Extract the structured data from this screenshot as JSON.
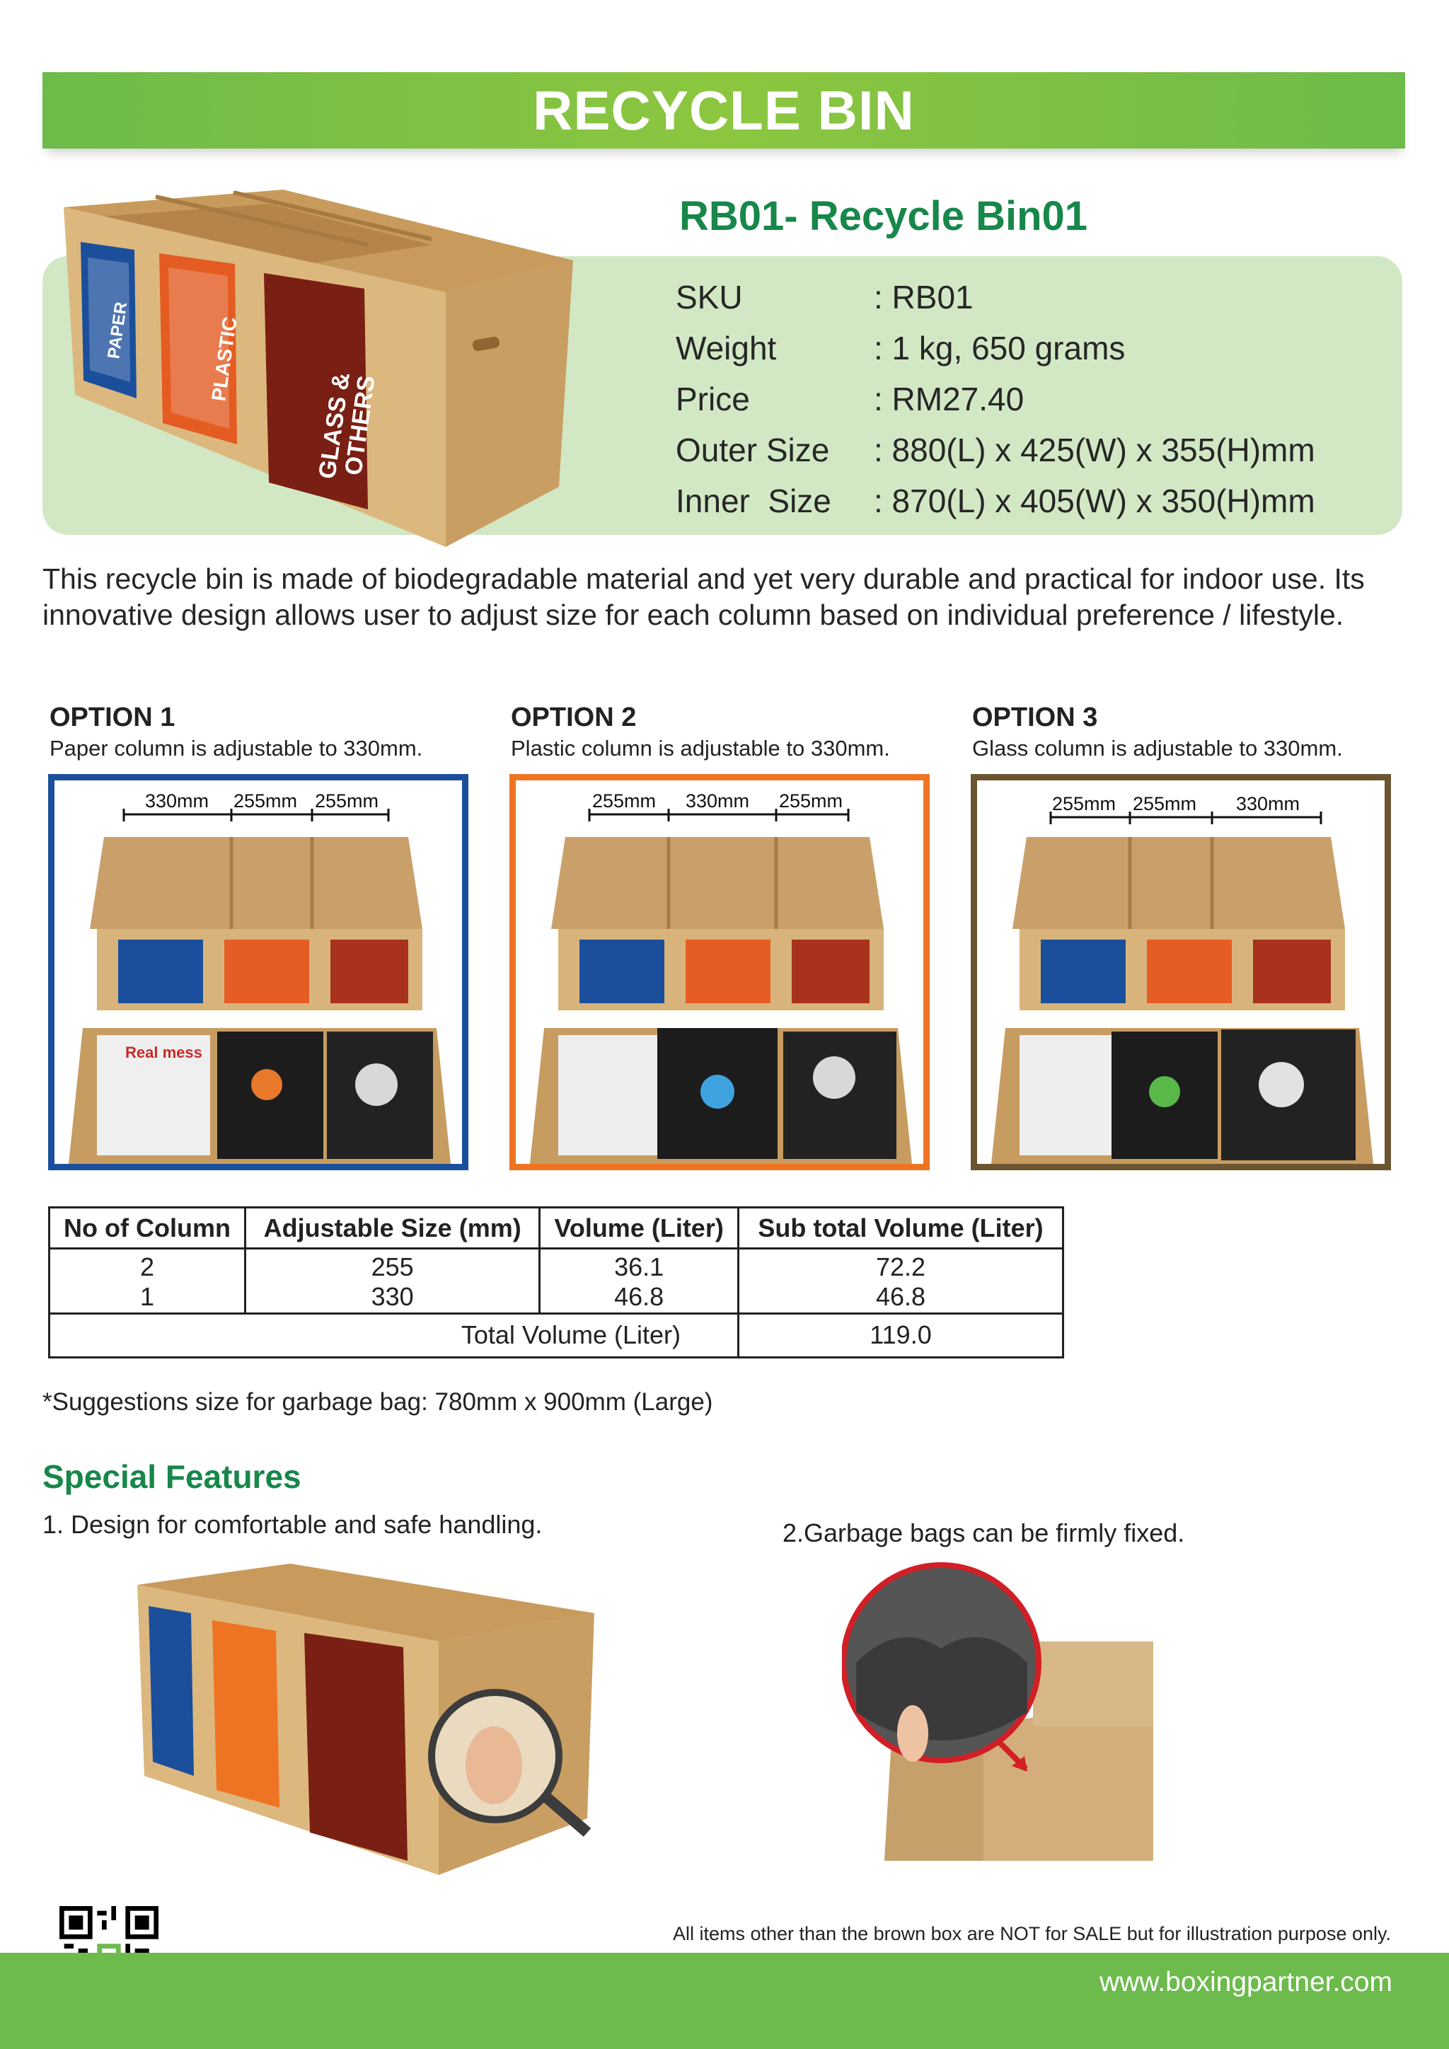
{
  "banner": {
    "title": "RECYCLE BIN"
  },
  "product": {
    "title": "RB01- Recycle Bin01",
    "specs": [
      {
        "label": "SKU",
        "value": ": RB01"
      },
      {
        "label": "Weight",
        "value": ": 1 kg, 650 grams"
      },
      {
        "label": "Price",
        "value": ": RM27.40"
      },
      {
        "label": "Outer Size",
        "value": ": 880(L) x 425(W) x 355(H)mm"
      },
      {
        "label": "Inner  Size",
        "value": ": 870(L) x 405(W) x 350(H)mm"
      }
    ]
  },
  "bin_labels": {
    "paper": "PAPER",
    "plastic": "PLASTIC",
    "glass": "GLASS &",
    "others": "OTHERS",
    "realmess": "Real mess"
  },
  "description": "This recycle bin is made of biodegradable material and yet very durable and practical for indoor use. Its innovative design allows user to adjust size for each column based on individual preference / lifestyle.",
  "options": [
    {
      "title": "OPTION 1",
      "subtitle": "Paper column is adjustable to 330mm.",
      "dims": [
        "330mm",
        "255mm",
        "255mm"
      ]
    },
    {
      "title": "OPTION 2",
      "subtitle": "Plastic column is adjustable to 330mm.",
      "dims": [
        "255mm",
        "330mm",
        "255mm"
      ]
    },
    {
      "title": "OPTION 3",
      "subtitle": "Glass column is adjustable to 330mm.",
      "dims": [
        "255mm",
        "255mm",
        "330mm"
      ]
    }
  ],
  "volume_table": {
    "headers": [
      "No of Column",
      "Adjustable Size (mm)",
      "Volume (Liter)",
      "Sub total Volume (Liter)"
    ],
    "rows": [
      [
        "2",
        "255",
        "36.1",
        "72.2"
      ],
      [
        "1",
        "330",
        "46.8",
        "46.8"
      ]
    ],
    "total_label": "Total Volume (Liter)",
    "total_value": "119.0"
  },
  "note": "*Suggestions size for garbage bag: 780mm x 900mm (Large)",
  "features": {
    "heading": "Special Features",
    "items": [
      "1. Design for comfortable and safe handling.",
      "2.Garbage bags can be firmly fixed."
    ]
  },
  "footer": {
    "disclaimer": "All items other than the brown box are NOT for SALE but for illustration purpose only.",
    "url": "www.boxingpartner.com"
  },
  "colors": {
    "brand_green": "#6dbb4a",
    "title_green": "#17874a",
    "panel_green": "#d2e8c5",
    "paper_blue": "#1b4f9c",
    "plastic_orange": "#ee7424",
    "glass_brown": "#6b5530",
    "cardboard": "#d9b47a"
  },
  "icons": [
    "qr-code-icon",
    "magnifier-icon"
  ]
}
